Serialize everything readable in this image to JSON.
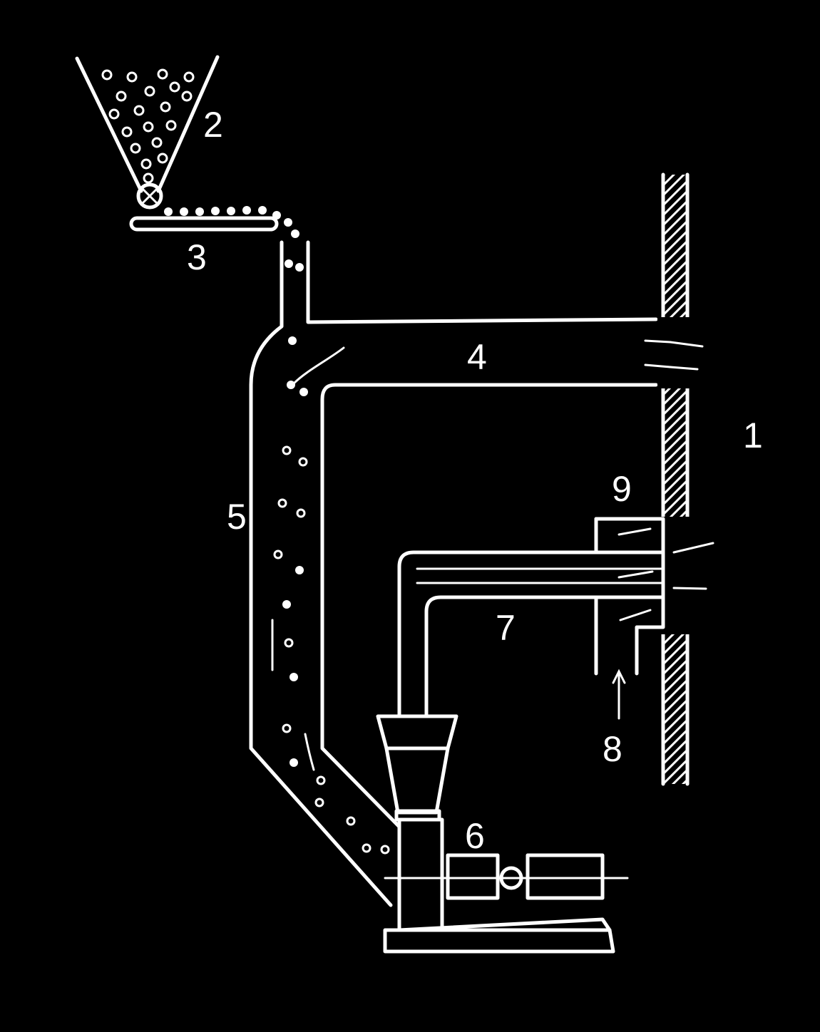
{
  "labels": {
    "n1": "1",
    "n2": "2",
    "n3": "3",
    "n4": "4",
    "n5": "5",
    "n6": "6",
    "n7": "7",
    "n8": "8",
    "n9": "9"
  },
  "colors": {
    "background": "#000000",
    "ink": "#ffffff"
  }
}
